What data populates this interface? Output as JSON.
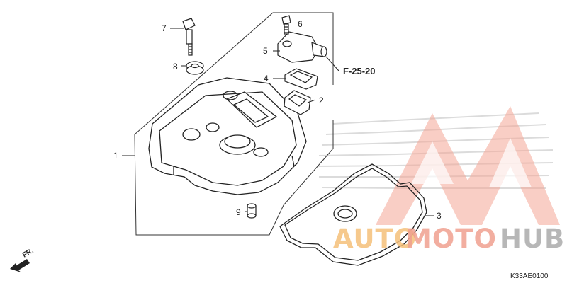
{
  "callouts": [
    "1",
    "2",
    "3",
    "4",
    "5",
    "6",
    "7",
    "8",
    "9"
  ],
  "reference": "F-25-20",
  "front_marker": "FR.",
  "diagram_code": "K33AE0100",
  "watermark": {
    "part1": "AUTO",
    "part2": "MOTO",
    "part3": "HUB",
    "color_primary": "#f0a090",
    "color_secondary": "#f5c07a",
    "color_tertiary": "#b0b0b0"
  },
  "colors": {
    "line": "#222222",
    "frame": "#333333"
  }
}
